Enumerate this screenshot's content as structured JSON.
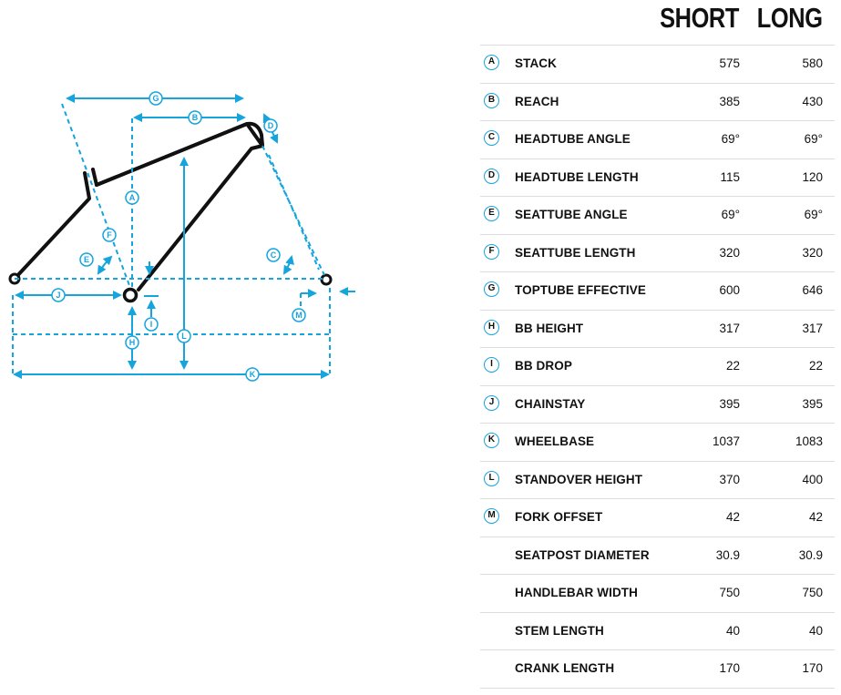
{
  "header": {
    "short": "SHORT",
    "long": "LONG"
  },
  "accent_color": "#16a4dd",
  "diagram_letters": [
    "G",
    "B",
    "D",
    "A",
    "F",
    "E",
    "C",
    "J",
    "M",
    "I",
    "H",
    "L",
    "K"
  ],
  "rows": [
    {
      "key": "A",
      "label": "STACK",
      "short": "575",
      "long": "580"
    },
    {
      "key": "B",
      "label": "REACH",
      "short": "385",
      "long": "430"
    },
    {
      "key": "C",
      "label": "HEADTUBE ANGLE",
      "short": "69°",
      "long": "69°"
    },
    {
      "key": "D",
      "label": "HEADTUBE LENGTH",
      "short": "115",
      "long": "120"
    },
    {
      "key": "E",
      "label": "SEATTUBE ANGLE",
      "short": "69°",
      "long": "69°"
    },
    {
      "key": "F",
      "label": "SEATTUBE LENGTH",
      "short": "320",
      "long": "320"
    },
    {
      "key": "G",
      "label": "TOPTUBE EFFECTIVE",
      "short": "600",
      "long": "646"
    },
    {
      "key": "H",
      "label": "BB HEIGHT",
      "short": "317",
      "long": "317"
    },
    {
      "key": "I",
      "label": "BB DROP",
      "short": "22",
      "long": "22"
    },
    {
      "key": "J",
      "label": "CHAINSTAY",
      "short": "395",
      "long": "395"
    },
    {
      "key": "K",
      "label": "WHEELBASE",
      "short": "1037",
      "long": "1083"
    },
    {
      "key": "L",
      "label": "STANDOVER HEIGHT",
      "short": "370",
      "long": "400"
    },
    {
      "key": "M",
      "label": "FORK OFFSET",
      "short": "42",
      "long": "42"
    },
    {
      "key": "",
      "label": "SEATPOST DIAMETER",
      "short": "30.9",
      "long": "30.9"
    },
    {
      "key": "",
      "label": "HANDLEBAR WIDTH",
      "short": "750",
      "long": "750"
    },
    {
      "key": "",
      "label": "STEM LENGTH",
      "short": "40",
      "long": "40"
    },
    {
      "key": "",
      "label": "CRANK LENGTH",
      "short": "170",
      "long": "170"
    }
  ]
}
